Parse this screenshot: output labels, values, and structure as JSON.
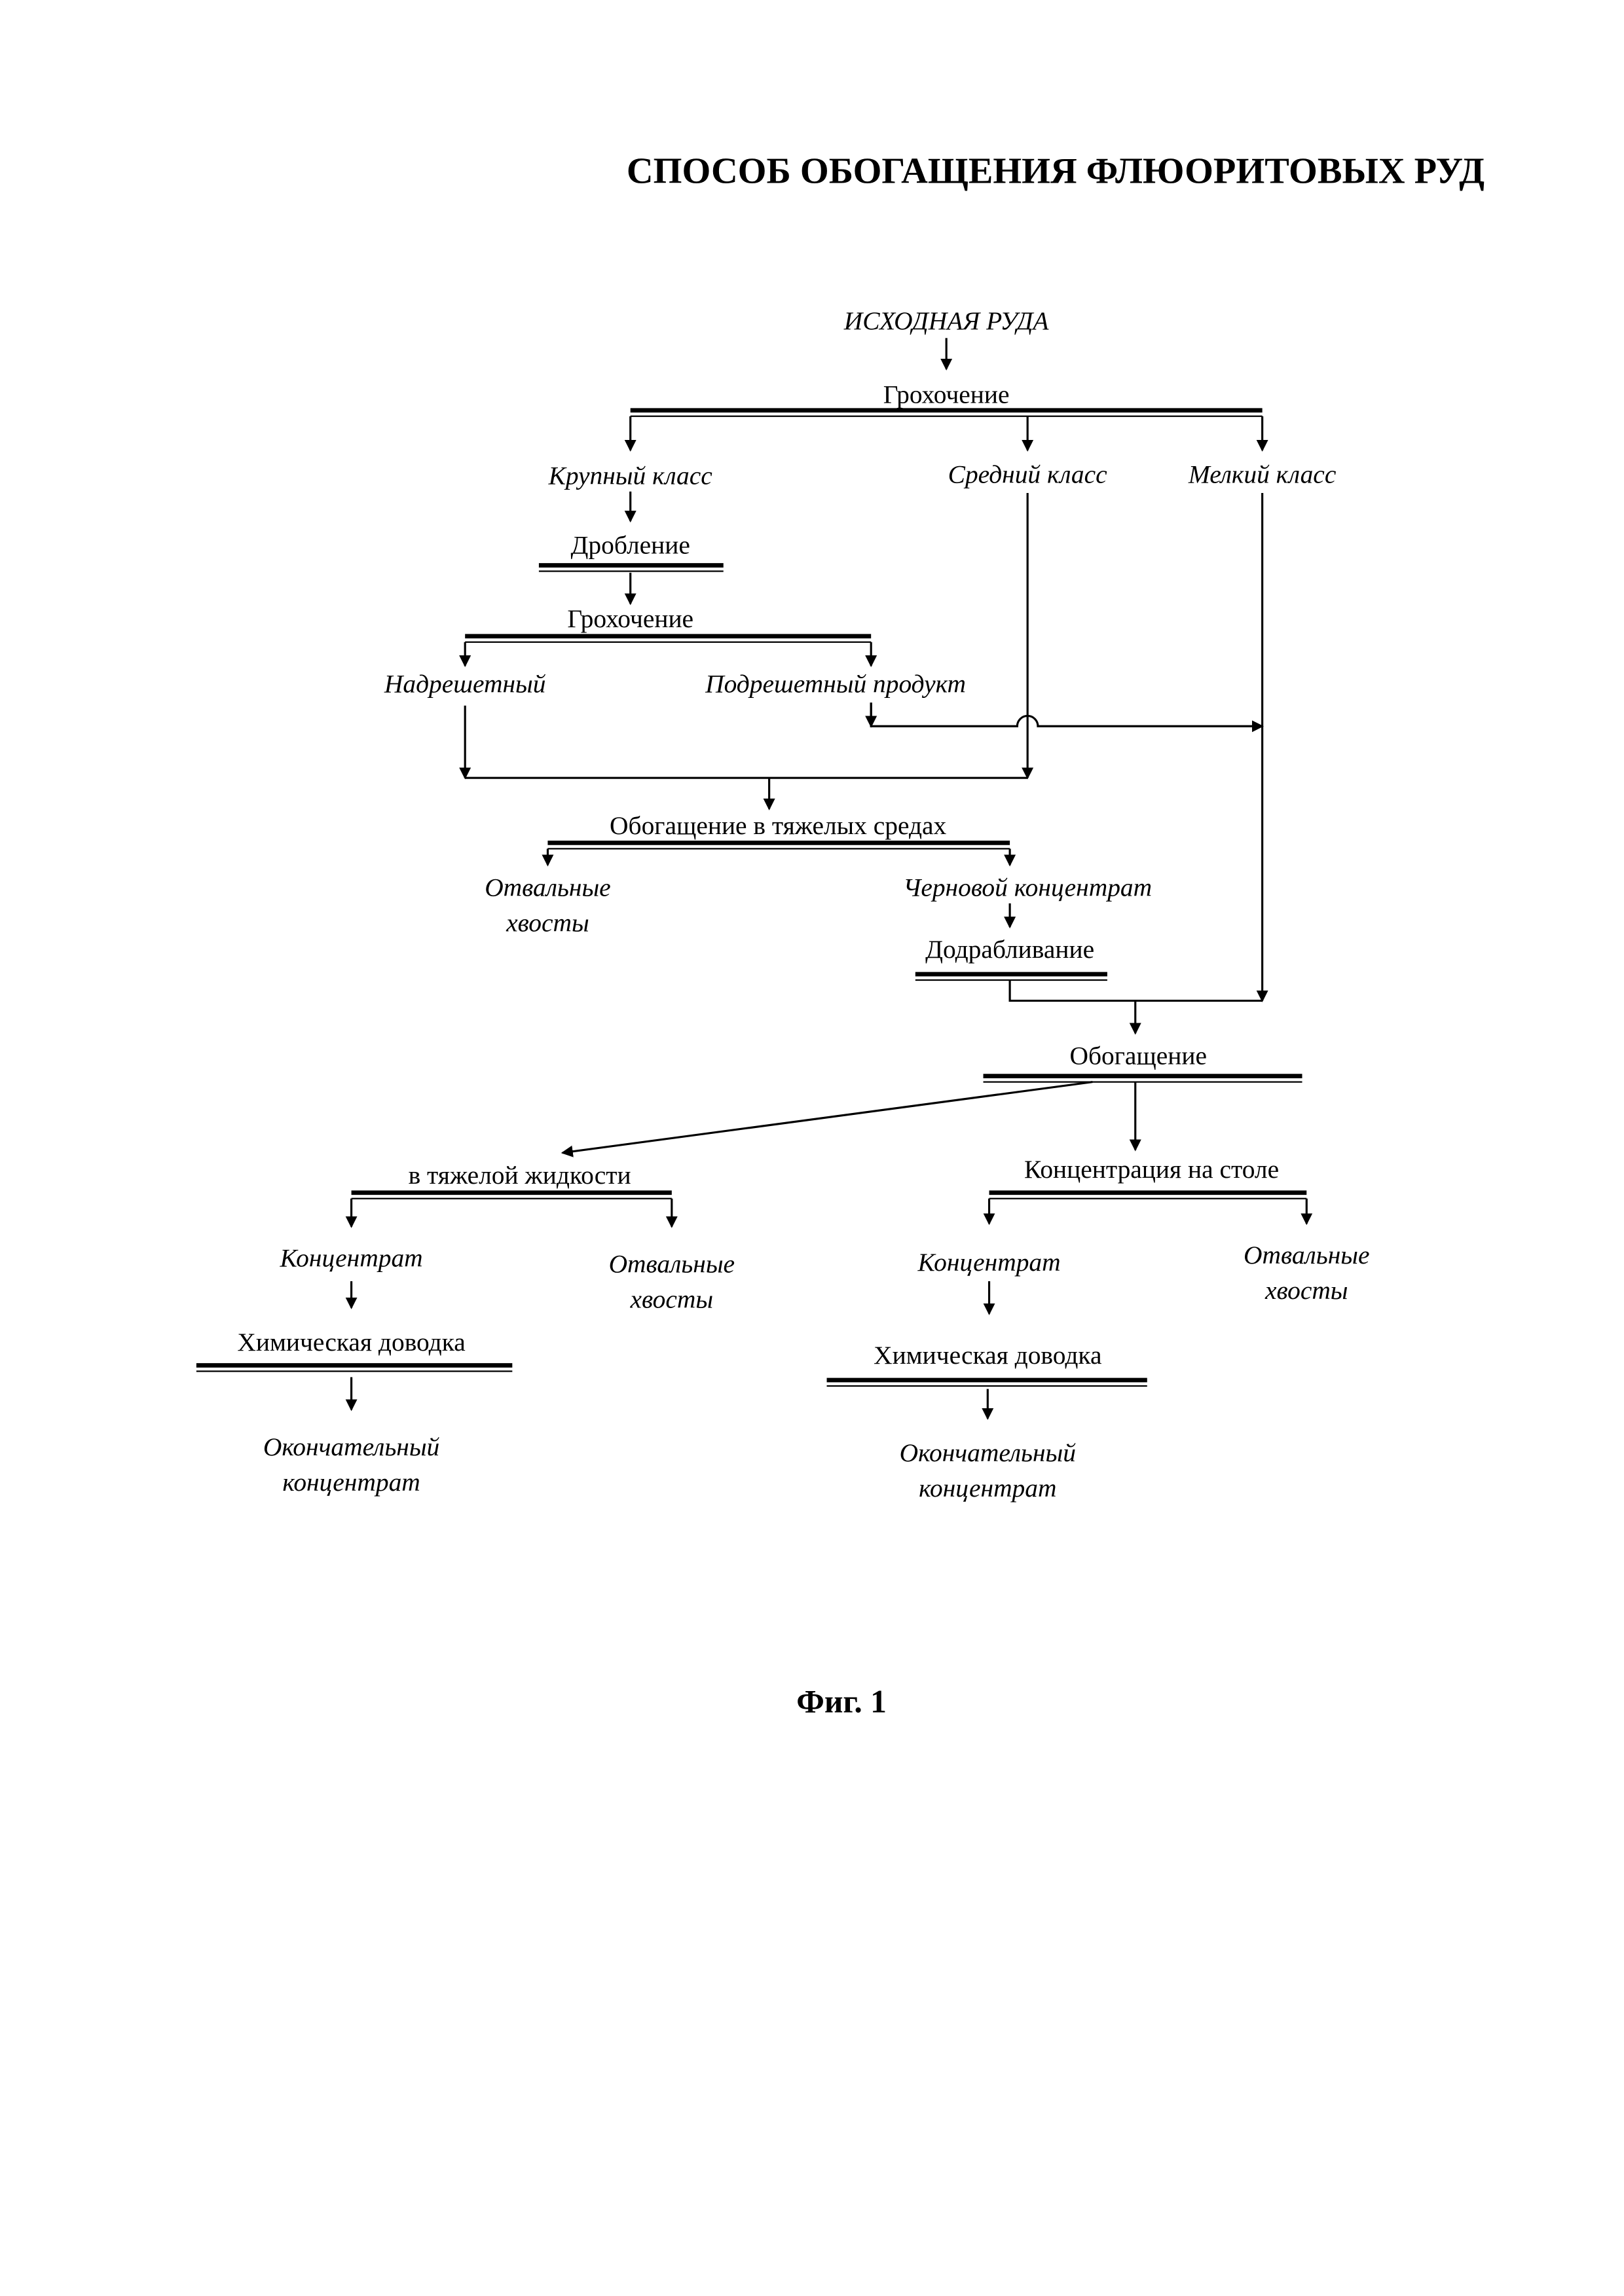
{
  "title": "СПОСОБ ОБОГАЩЕНИЯ ФЛЮОРИТОВЫХ РУД",
  "nodes": {
    "source_ore": "ИСХОДНАЯ РУДА",
    "screening_1": "Грохочение",
    "coarse_class": "Крупный класс",
    "medium_class": "Средний класс",
    "fine_class": "Мелкий класс",
    "crushing": "Дробление",
    "screening_2": "Грохочение",
    "oversize": "Надрешетный",
    "undersize": "Подрешетный продукт",
    "dense_media": "Обогащение в тяжелых средах",
    "tailings_1_a": "Отвальные",
    "tailings_1_b": "хвосты",
    "rough_concentrate": "Черновой концентрат",
    "regrinding": "Додрабливание",
    "beneficiation": "Обогащение",
    "heavy_liquid": "в тяжелой жидкости",
    "table_concentration": "Концентрация на столе",
    "concentrate_left": "Концентрат",
    "tailings_2_a": "Отвальные",
    "tailings_2_b": "хвосты",
    "concentrate_right": "Концентрат",
    "tailings_3_a": "Отвальные",
    "tailings_3_b": "хвосты",
    "chem_left": "Химическая доводка",
    "chem_right": "Химическая доводка",
    "final_left_a": "Окончательный",
    "final_left_b": "концентрат",
    "final_right_a": "Окончательный",
    "final_right_b": "концентрат"
  },
  "caption": "Фиг. 1"
}
